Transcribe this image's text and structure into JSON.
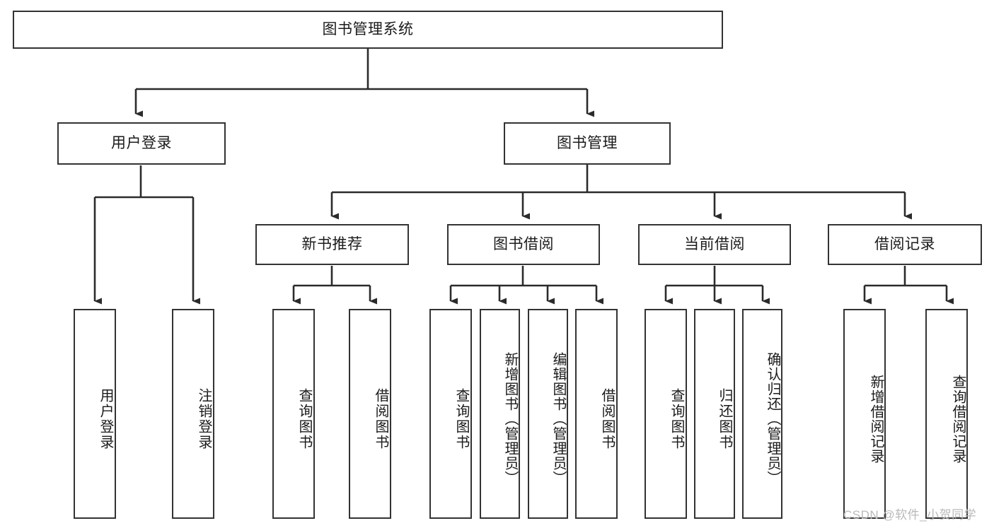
{
  "diagram": {
    "type": "tree-hierarchy",
    "title": "图书管理系统",
    "root": {
      "label": "图书管理系统"
    },
    "level2": [
      {
        "label": "用户登录"
      },
      {
        "label": "图书管理"
      }
    ],
    "level3": [
      {
        "label": "新书推荐"
      },
      {
        "label": "图书借阅"
      },
      {
        "label": "当前借阅"
      },
      {
        "label": "借阅记录"
      }
    ],
    "leaves": {
      "user_login": [
        {
          "label": "用户登录"
        },
        {
          "label": "注销登录"
        }
      ],
      "new_book_recommend": [
        {
          "label": "查询图书"
        },
        {
          "label": "借阅图书"
        }
      ],
      "book_borrow": [
        {
          "label": "查询图书"
        },
        {
          "label": "新增图书（管理员）"
        },
        {
          "label": "编辑图书（管理员）"
        },
        {
          "label": "借阅图书"
        }
      ],
      "current_borrow": [
        {
          "label": "查询图书"
        },
        {
          "label": "归还图书"
        },
        {
          "label": "确认归还（管理员）"
        }
      ],
      "borrow_record": [
        {
          "label": "新增借阅记录"
        },
        {
          "label": "查询借阅记录"
        }
      ]
    }
  },
  "watermark": {
    "text": "CSDN @软件_小贺同学"
  },
  "colors": {
    "border": "#333333",
    "background": "#ffffff",
    "text": "#1b1b1b",
    "edge": "#2b2b2b",
    "watermark": "#b9b9b9"
  }
}
